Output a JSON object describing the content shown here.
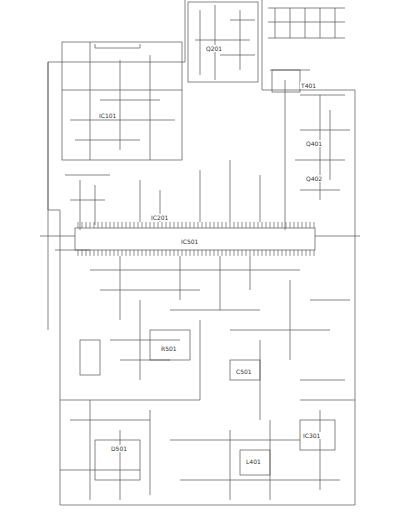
{
  "diagram": {
    "labels": [
      "IC101",
      "Q201",
      "IC201",
      "T401",
      "Q401",
      "Q402",
      "IC501",
      "R501",
      "C501",
      "D501",
      "L401",
      "IC301"
    ]
  }
}
